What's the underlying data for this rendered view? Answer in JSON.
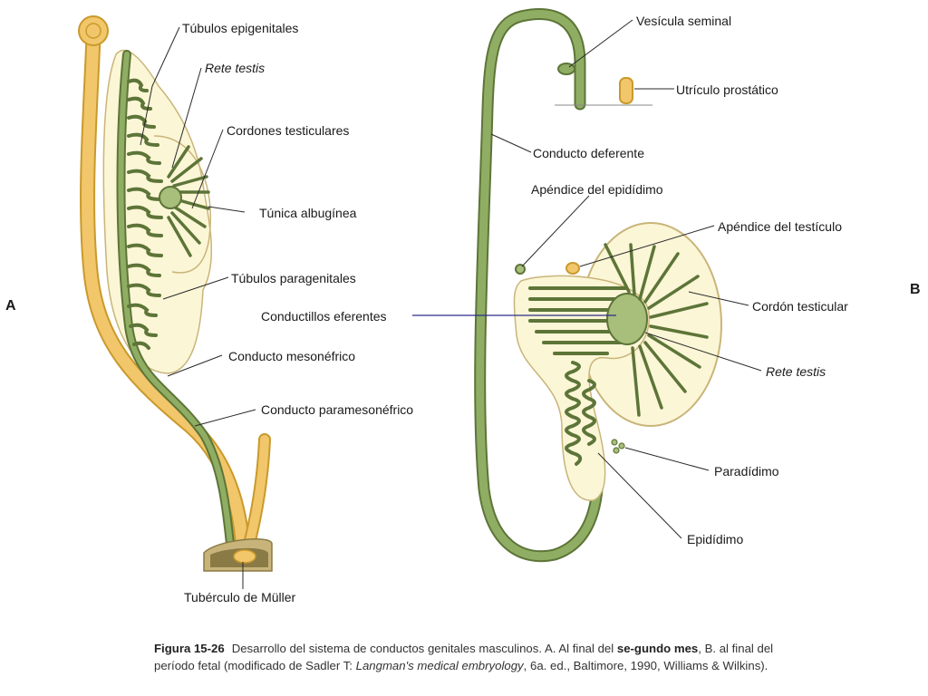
{
  "panels": {
    "a": "A",
    "b": "B"
  },
  "labels_a": {
    "tubulos_epigenitales": "Túbulos epigenitales",
    "rete_testis": "Rete testis",
    "cordones_testiculares": "Cordones testiculares",
    "tunica_albuginea": "Túnica albugínea",
    "tubulos_paragenitales": "Túbulos paragenitales",
    "conducto_mesonefrico": "Conducto mesonéfrico",
    "conducto_paramesonefrico": "Conducto paramesonéfrico",
    "tuberculo_muller": "Tubérculo de Müller"
  },
  "labels_b": {
    "vesicula_seminal": "Vesícula seminal",
    "utriculo_prostatico": "Utrículo prostático",
    "conducto_deferente": "Conducto deferente",
    "apendice_epididimo": "Apéndice del epidídimo",
    "apendice_testiculo": "Apéndice del testículo",
    "conductillos_eferentes": "Conductillos eferentes",
    "cordon_testicular": "Cordón testicular",
    "rete_testis": "Rete testis",
    "paradidimo": "Paradídimo",
    "epididimo": "Epidídimo"
  },
  "caption": {
    "figure_number": "Figura 15-26",
    "text_1": "Desarrollo del sistema de conductos genitales masculinos. A. Al final del ",
    "bold_1": "se-gundo mes",
    "text_2": ", B. al final del período fetal (modificado de Sadler T: ",
    "italic_1": "Langman's medical embryology",
    "text_3": ", 6a. ed., Baltimore, 1990, Williams & Wilkins)."
  },
  "colors": {
    "duct_green": "#7f9a56",
    "duct_green_dark": "#5d7538",
    "mullerian_yellow": "#f2c66a",
    "mullerian_dark": "#c99a2c",
    "gonad_cream": "#fbf6d6",
    "gonad_outline": "#c9b57a",
    "base_tan": "#c8b47a"
  }
}
